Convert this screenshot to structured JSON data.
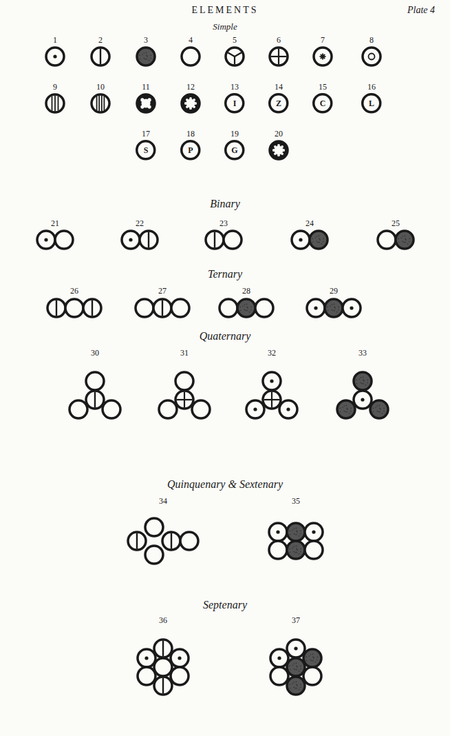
{
  "diagram": {
    "title": "ELEMENTS",
    "nodes": [
      {
        "text": [
          "I"
        ]
      },
      {
        "text": [
          "Z"
        ]
      },
      {
        "text": [
          "C"
        ]
      },
      {
        "text": [
          "L"
        ]
      },
      {
        "text": [
          "S"
        ]
      },
      {
        "text": [
          "P"
        ]
      },
      {
        "text": [
          "G"
        ]
      }
    ],
    "labels": [
      "Plate 4",
      "Simple",
      "1",
      "2",
      "3",
      "4",
      "5",
      "6",
      "7",
      "8",
      "9",
      "10",
      "11",
      "12",
      "13",
      "14",
      "15",
      "16",
      "17",
      "18",
      "19",
      "20",
      "Binary",
      "21",
      "22",
      "23",
      "24",
      "25",
      "Ternary",
      "26",
      "27",
      "28",
      "29",
      "Quaternary",
      "30",
      "31",
      "32",
      "33",
      "Quinquenary & Sextenary",
      "34",
      "35",
      "Septenary",
      "36",
      "37"
    ]
  }
}
